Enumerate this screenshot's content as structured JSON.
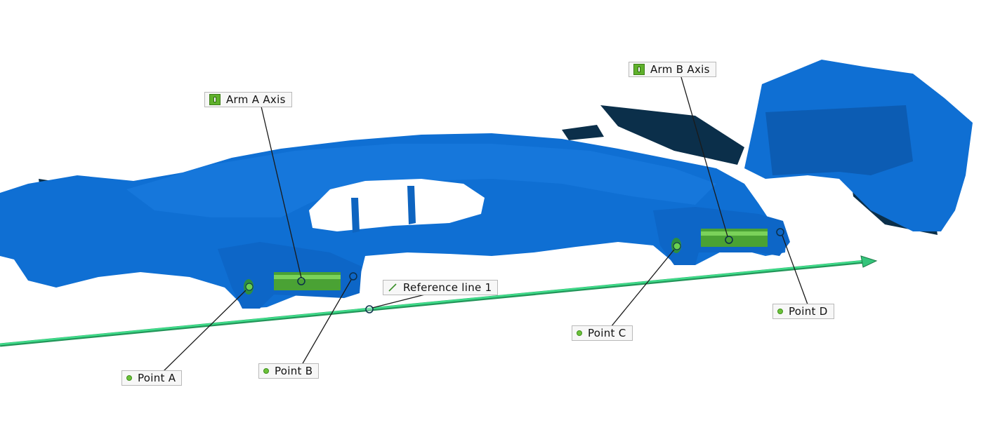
{
  "viewport": {
    "colors": {
      "scan_blue": "#0f6fd3",
      "scan_dark": "#0b2f4a",
      "axis_green": "#53b43a",
      "reference_line_green": "#2fcb7a",
      "background": "#ffffff"
    }
  },
  "labels": {
    "arm_a_axis": {
      "text": "Arm A Axis",
      "icon": "axis-icon"
    },
    "arm_b_axis": {
      "text": "Arm B Axis",
      "icon": "axis-icon"
    },
    "reference_line_1": {
      "text": "Reference line 1",
      "icon": "line-icon"
    },
    "point_a": {
      "text": "Point A",
      "icon": "point-icon"
    },
    "point_b": {
      "text": "Point B",
      "icon": "point-icon"
    },
    "point_c": {
      "text": "Point C",
      "icon": "point-icon"
    },
    "point_d": {
      "text": "Point D",
      "icon": "point-icon"
    }
  }
}
